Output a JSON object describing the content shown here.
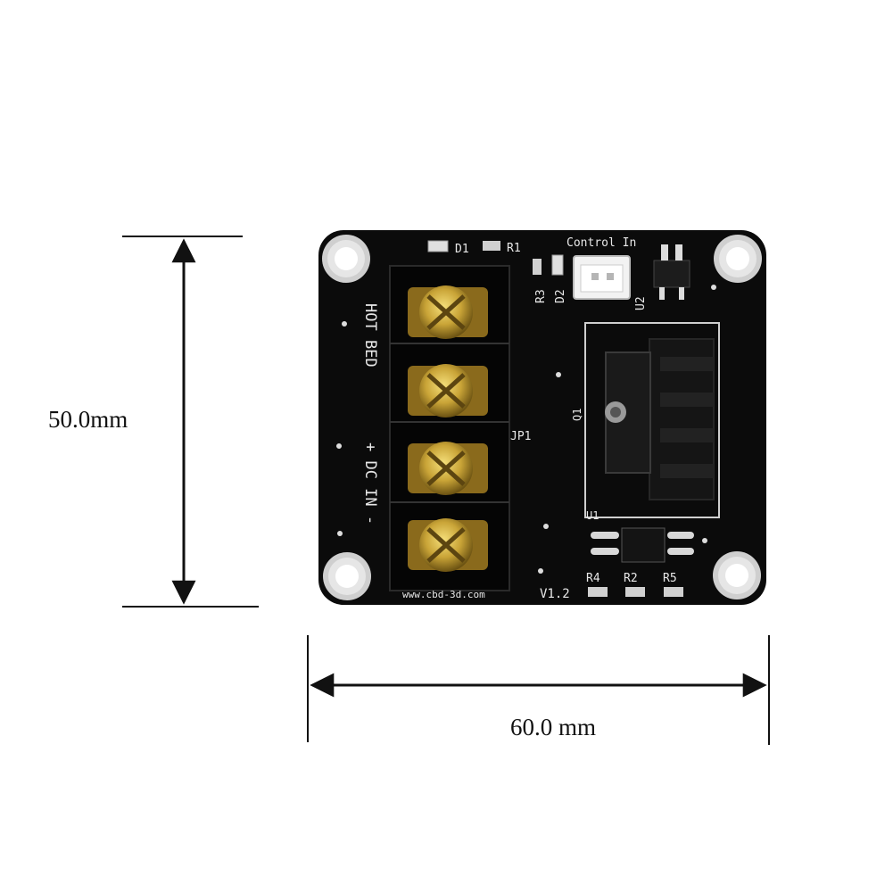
{
  "dimensions": {
    "height_label": "50.0mm",
    "width_label": "60.0 mm"
  },
  "board": {
    "labels": {
      "d1": "D1",
      "r1": "R1",
      "control_in": "Control In",
      "r3": "R3",
      "d2": "D2",
      "u2": "U2",
      "hot_bed": "HOT BED",
      "dc_in": "+ DC IN -",
      "jp1": "JP1",
      "q1": "Q1",
      "u1": "U1",
      "r4": "R4",
      "r2": "R2",
      "r5": "R5",
      "version": "V1.2",
      "website": "www.cbd-3d.com"
    }
  },
  "colors": {
    "pcb": "#0b0b0b",
    "brass": "#c9a437",
    "heatsink": "#141414",
    "silkscreen": "#e8e8e8",
    "hole_ring": "#d6d6d6"
  }
}
